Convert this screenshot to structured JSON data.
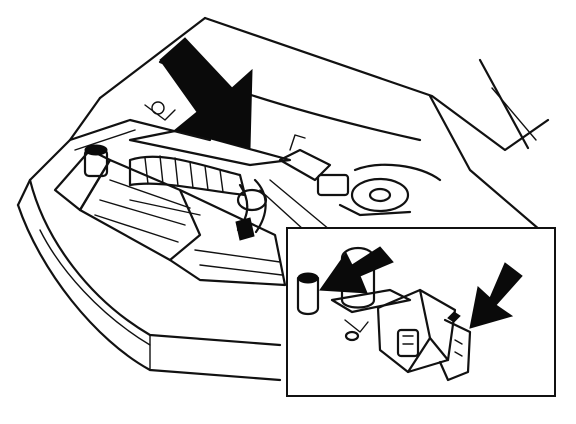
{
  "figure": {
    "subject": "engine-compartment-line-drawing",
    "ink_color": "#111111",
    "background_color": "#ffffff",
    "arrows": [
      {
        "name": "main-pointer-arrow",
        "points_to": "component-near-firewall"
      },
      {
        "name": "detail-arrow-left",
        "points_to": "small-cap"
      },
      {
        "name": "detail-arrow-right",
        "points_to": "connector"
      }
    ],
    "detail_inset": true
  }
}
